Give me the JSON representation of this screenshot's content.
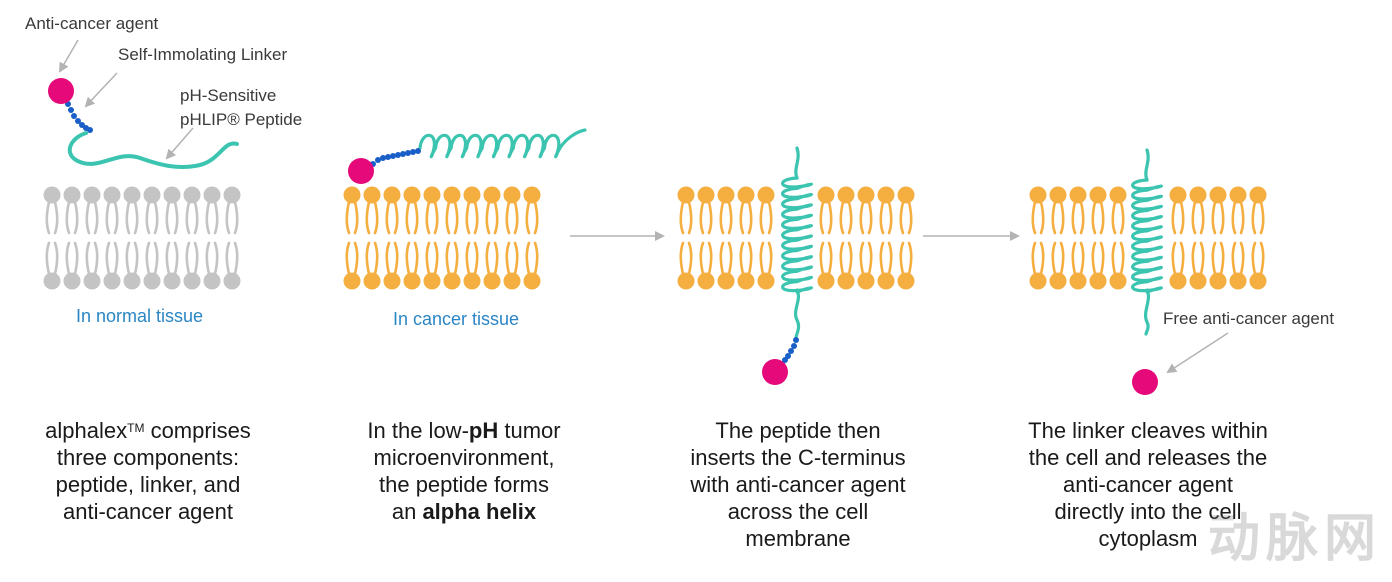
{
  "colors": {
    "lipid_normal": "#c4c4c4",
    "lipid_cancer": "#f5ae40",
    "peptide": "#3bc4b0",
    "linker": "#1a5fc8",
    "agent": "#e5097a",
    "arrow": "#b3b3b3",
    "tissue_label": "#2b86c5"
  },
  "labels": {
    "anti_cancer_agent": "Anti-cancer agent",
    "linker": "Self-Immolating  Linker",
    "peptide_line1": "pH-Sensitive",
    "peptide_line2": "pHLIP® Peptide",
    "normal_tissue": "In normal tissue",
    "cancer_tissue": "In cancer tissue",
    "free_agent": "Free anti-cancer agent"
  },
  "captions": {
    "c1": {
      "l1a": "alphalex",
      "l1sup": "TM",
      "l1b": " comprises",
      "l2": "three components:",
      "l3": "peptide, linker, and",
      "l4": "anti-cancer agent"
    },
    "c2": {
      "l1a": "In the low-",
      "l1b": "pH",
      "l1c": " tumor",
      "l2": "microenvironment,",
      "l3": "the peptide forms",
      "l4a": "an ",
      "l4b": "alpha helix"
    },
    "c3": {
      "l1": "The peptide then",
      "l2": "inserts the C-terminus",
      "l3": "with anti-cancer agent",
      "l4": "across the cell",
      "l5": "membrane"
    },
    "c4": {
      "l1": "The linker cleaves within",
      "l2": "the cell and releases the",
      "l3": "anti-cancer agent",
      "l4": "directly into the cell",
      "l5": "cytoplasm"
    }
  },
  "watermark": "动脉网"
}
